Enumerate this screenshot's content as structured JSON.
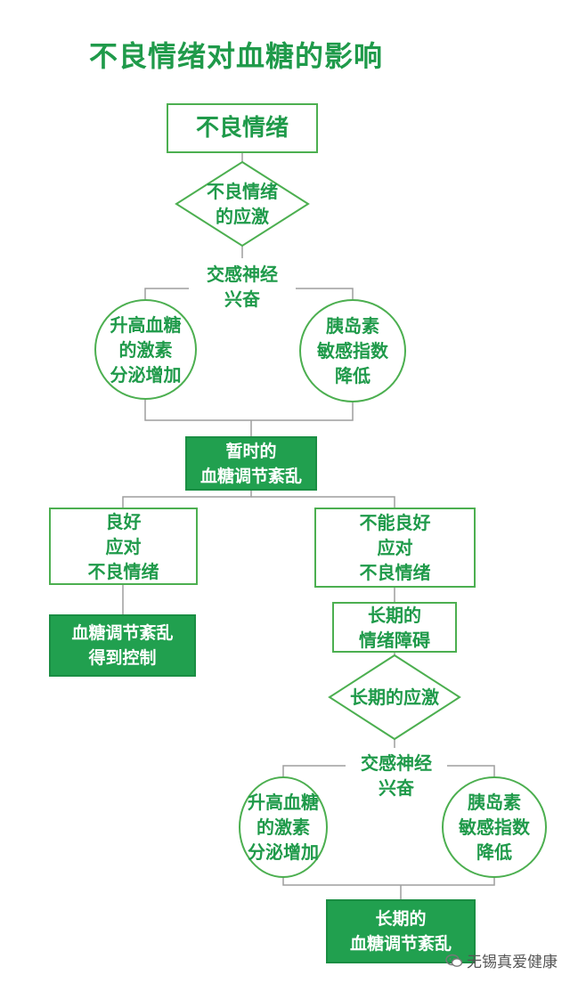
{
  "title": "不良情绪对血糖的影响",
  "nodes": {
    "bad_emotion": "不良情绪",
    "emotion_stress": "不良情绪\n的应激",
    "sympathetic_1": "交感神经\n兴奋",
    "hormones_1": "升高血糖\n的激素\n分泌增加",
    "insulin_1": "胰岛素\n敏感指数\n降低",
    "temp_disorder": "暂时的\n血糖调节紊乱",
    "cope_well": "良好\n应对\n不良情绪",
    "cope_poorly": "不能良好\n应对\n不良情绪",
    "controlled": "血糖调节紊乱\n得到控制",
    "long_disorder": "长期的\n情绪障碍",
    "long_stress": "长期的应激",
    "sympathetic_2": "交感神经\n兴奋",
    "hormones_2": "升高血糖\n的激素\n分泌增加",
    "insulin_2": "胰岛素\n敏感指数\n降低",
    "long_glucose_disorder": "长期的\n血糖调节紊乱"
  },
  "watermark": "无锡真爱健康",
  "colors": {
    "accent": "#1f9a4a",
    "fill": "#21a04f",
    "border": "#4caf50",
    "line": "#9e9e9e"
  },
  "icons": {
    "watermark": "wechat-icon"
  }
}
